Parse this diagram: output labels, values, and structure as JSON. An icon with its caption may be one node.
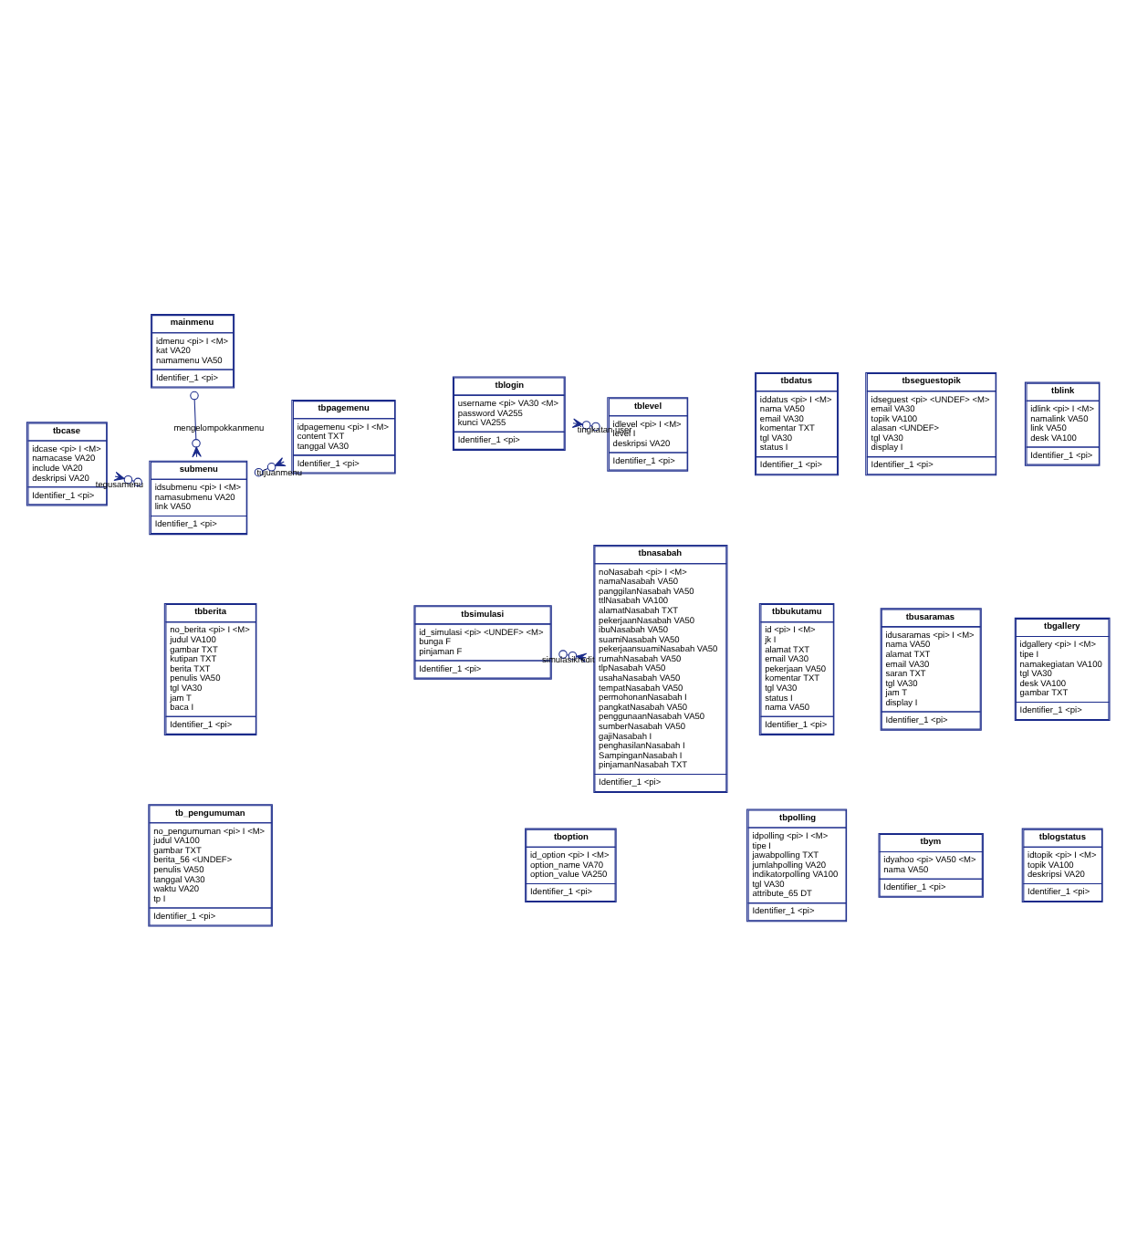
{
  "diagram": {
    "nodes": [
      {
        "text": [
          "tbcase",
          "idcase <pi> I <M>",
          "namacase VA20",
          "include VA20",
          "deskripsi VA20",
          "Identifier_1 <pi>"
        ]
      },
      {
        "text": [
          "tbpagemenu",
          "idpagemenu <pi> I <M>",
          "content TXT",
          "tanggal VA30",
          "Identifier_1 <pi>"
        ]
      },
      {
        "text": [
          "tblogin",
          "username <pi> VA30 <M>",
          "password VA255",
          "kunci VA255",
          "Identifier_1 <pi>"
        ]
      },
      {
        "text": [
          "submenu",
          "idsubmenu <pi> I <M>",
          "namasubmenu VA20",
          "link VA50",
          "Identifier_1 <pi>"
        ]
      },
      {
        "text": [
          "tbdatus",
          "iddatus <pi> I <M>",
          "nama VA50",
          "email VA30",
          "komentar TXT",
          "tgl VA30",
          "status I",
          "Identifier_1 <pi>"
        ]
      },
      {
        "text": [
          "tblevel",
          "idlevel <pi> I <M>",
          "level I",
          "deskripsi VA20",
          "Identifier_1 <pi>"
        ]
      },
      {
        "text": [
          "mainmenu",
          "idmenu <pi> I <M>",
          "kat VA20",
          "namamenu VA50",
          "Identifier_1 <pi>"
        ]
      },
      {
        "text": [
          "tbseguestopik",
          "idseguest <pi> <UNDEF> <M>",
          "email VA30",
          "topik VA100",
          "alasan <UNDEF>",
          "tgl VA30",
          "display I",
          "Identifier_1 <pi>"
        ]
      },
      {
        "text": [
          "tblink",
          "idlink <pi> I <M>",
          "namalink VA50",
          "link VA50",
          "desk VA100",
          "Identifier_1 <pi>"
        ]
      },
      {
        "text": [
          "tbberita",
          "no_berita <pi> I <M>",
          "judul VA100",
          "gambar TXT",
          "kutipan TXT",
          "berita TXT",
          "penulis VA50",
          "tgl VA30",
          "jam T",
          "baca I",
          "Identifier_1 <pi>"
        ]
      },
      {
        "text": [
          "tbsimulasi",
          "id_simulasi <pi> <UNDEF> <M>",
          "bunga F",
          "pinjaman F",
          "Identifier_1 <pi>"
        ]
      },
      {
        "text": [
          "tbnasabah",
          "noNasabah <pi> I <M>",
          "namaNasabah VA50",
          "panggilanNasabah VA50",
          "ttlNasabah VA100",
          "alamatNasabah TXT",
          "pekerjaanNasabah VA50",
          "ibuNasabah VA50",
          "suamiNasabah VA50",
          "pekerjaansuamiNasabah VA50",
          "rumahNasabah VA50",
          "tlpNasabah VA50",
          "usahaNasabah VA50",
          "tempatNasabah VA50",
          "permohonanNasabah I",
          "pangkatNasabah VA50",
          "penggunaanNasabah VA50",
          "sumberNasabah VA50",
          "gajiNasabah I",
          "penghasilanNasabah I",
          "SampinganNasabah I",
          "pinjamanNasabah TXT",
          "Identifier_1 <pi>"
        ]
      },
      {
        "text": [
          "tbbukutamu",
          "id <pi> I <M>",
          "jk I",
          "alamat TXT",
          "email VA30",
          "pekerjaan VA50",
          "komentar TXT",
          "tgl VA30",
          "status I",
          "nama VA50",
          "Identifier_1 <pi>"
        ]
      },
      {
        "text": [
          "tbusaramas",
          "idusaramas <pi> I <M>",
          "nama VA50",
          "alamat TXT",
          "email VA30",
          "saran TXT",
          "tgl VA30",
          "jam T",
          "display I",
          "Identifier_1 <pi>"
        ]
      },
      {
        "text": [
          "tbgallery",
          "idgallery <pi> I <M>",
          "tipe I",
          "namakegiatan VA100",
          "tgl VA30",
          "desk VA100",
          "gambar TXT",
          "Identifier_1 <pi>"
        ]
      },
      {
        "text": [
          "tb_pengumuman",
          "no_pengumuman <pi> I <M>",
          "judul VA100",
          "gambar TXT",
          "berita_56 <UNDEF>",
          "penulis VA50",
          "tanggal VA30",
          "waktu VA20",
          "tp I",
          "Identifier_1 <pi>"
        ]
      },
      {
        "text": [
          "tboption",
          "id_option <pi> I <M>",
          "option_name VA70",
          "option_value VA250",
          "Identifier_1 <pi>"
        ]
      },
      {
        "text": [
          "tbpolling",
          "idpolling <pi> I <M>",
          "tipe I",
          "jawabpolling TXT",
          "jumlahpolling VA20",
          "indikatorpolling VA100",
          "tgl VA30",
          "attribute_65 DT",
          "Identifier_1 <pi>"
        ]
      },
      {
        "text": [
          "tbym",
          "idyahoo <pi> VA50 <M>",
          "nama VA50",
          "Identifier_1 <pi>"
        ]
      },
      {
        "text": [
          "tblogstatus",
          "idtopik <pi> I <M>",
          "topik VA100",
          "deskripsi VA20",
          "Identifier_1 <pi>"
        ]
      }
    ],
    "edges": [
      {
        "from": 0,
        "to": 3,
        "arrow": "other",
        "label": "tegusamenu"
      },
      {
        "from": 1,
        "to": 3,
        "arrow": "other",
        "label": "tujuanmenu"
      },
      {
        "from": 2,
        "to": 5,
        "arrow": "other",
        "label": "tingkatan user"
      },
      {
        "from": 3,
        "to": 6,
        "arrow": "other",
        "label": "mengelompokkanmenu"
      },
      {
        "from": 11,
        "to": 10,
        "arrow": "other",
        "label": "simulasikredit"
      }
    ]
  }
}
